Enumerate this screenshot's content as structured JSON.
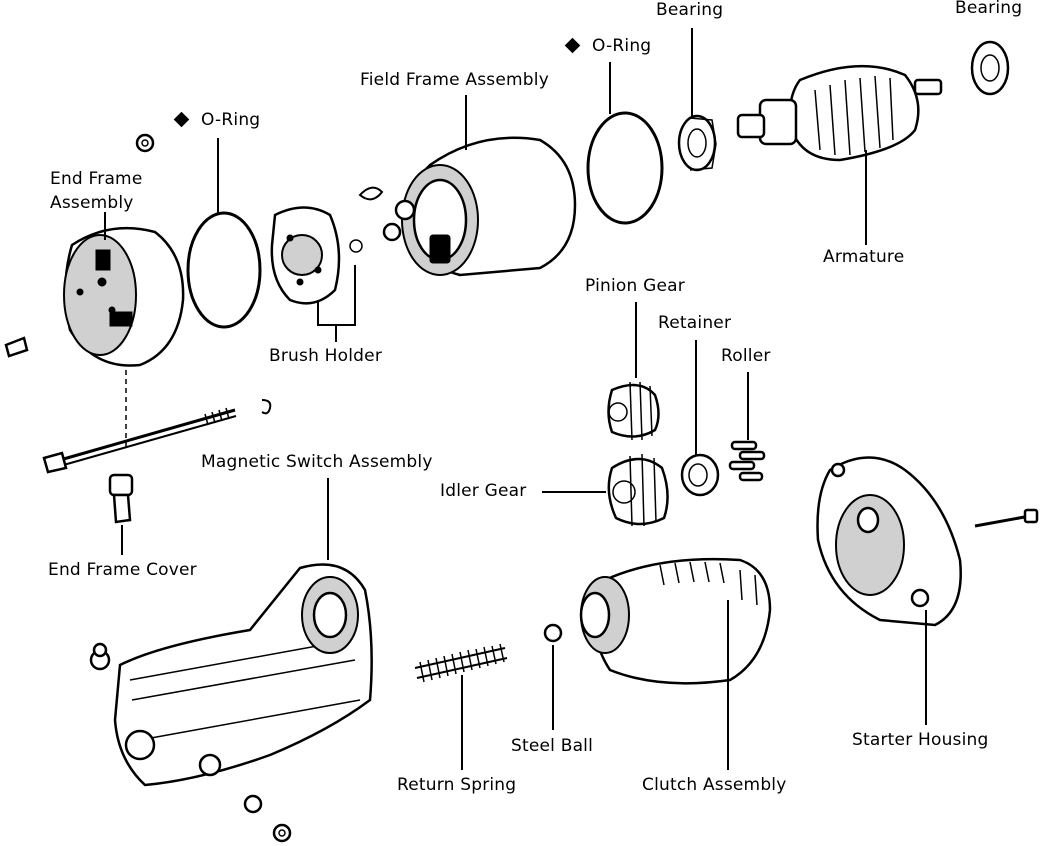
{
  "diagram": {
    "labels": {
      "bearing_top": "Bearing",
      "bearing_right": "Bearing",
      "o_ring_top": "O-Ring",
      "o_ring_left": "O-Ring",
      "field_frame": "Field Frame Assembly",
      "end_frame_line1": "End Frame",
      "end_frame_line2": "Assembly",
      "armature": "Armature",
      "brush_holder": "Brush Holder",
      "pinion_gear": "Pinion Gear",
      "retainer": "Retainer",
      "roller": "Roller",
      "magnetic_switch": "Magnetic Switch Assembly",
      "idler_gear": "Idler Gear",
      "end_frame_cover": "End Frame Cover",
      "starter_housing": "Starter Housing",
      "steel_ball": "Steel Ball",
      "return_spring": "Return Spring",
      "clutch_assembly": "Clutch Assembly"
    }
  }
}
